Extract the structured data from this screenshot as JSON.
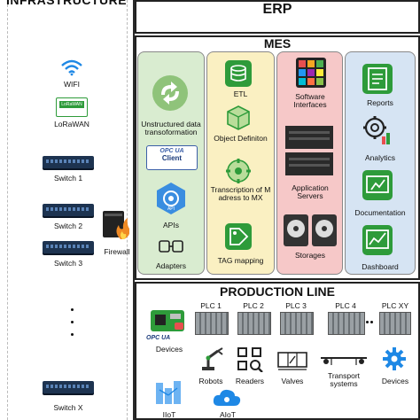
{
  "infrastructure": {
    "title": "INFRASTRUCTURE",
    "items": {
      "wifi": "WIFI",
      "lorawan": "LoRaWAN",
      "lorawan_badge": "LoRaWAN",
      "switch1": "Switch 1",
      "switch2": "Switch 2",
      "switch3": "Switch 3",
      "firewall": "Firewall",
      "switchx": "Switch X"
    }
  },
  "erp": {
    "title": "ERP"
  },
  "mes": {
    "title": "MES",
    "columns": {
      "col1": {
        "unstructured": "Unstructured data transoformation",
        "opcua_logo": "OPC UA",
        "opcua_client": "Client",
        "apis": "APIs",
        "adapters": "Adapters",
        "api_badge": "API"
      },
      "col2": {
        "etl": "ETL",
        "object": "Object Definiton",
        "transcription": "Transcription of M adress to MX",
        "tag": "TAG mapping"
      },
      "col3": {
        "software": "Software Interfaces",
        "app_servers": "Application Servers",
        "storages": "Storages"
      },
      "col4": {
        "reports": "Reports",
        "analytics": "Analytics",
        "documentation": "Documentation",
        "dashboard": "Dashboard"
      }
    }
  },
  "production": {
    "title": "PRODUCTION LINE",
    "plcs": [
      "PLC 1",
      "PLC 2",
      "PLC 3",
      "PLC 4",
      "PLC XY"
    ],
    "opcua_logo": "OPC UA",
    "devices": "Devices",
    "robots": "Robots",
    "readers": "Readers",
    "valves": "Valves",
    "transport": "Transport systems",
    "devices2": "Devices",
    "iiot": "IIoT",
    "aiot": "AIoT"
  },
  "colors": {
    "col1": "#d9ecd0",
    "col2": "#faf0c2",
    "col3": "#f6c8c8",
    "col4": "#d6e4f3",
    "accent_green": "#2e9b3a"
  }
}
